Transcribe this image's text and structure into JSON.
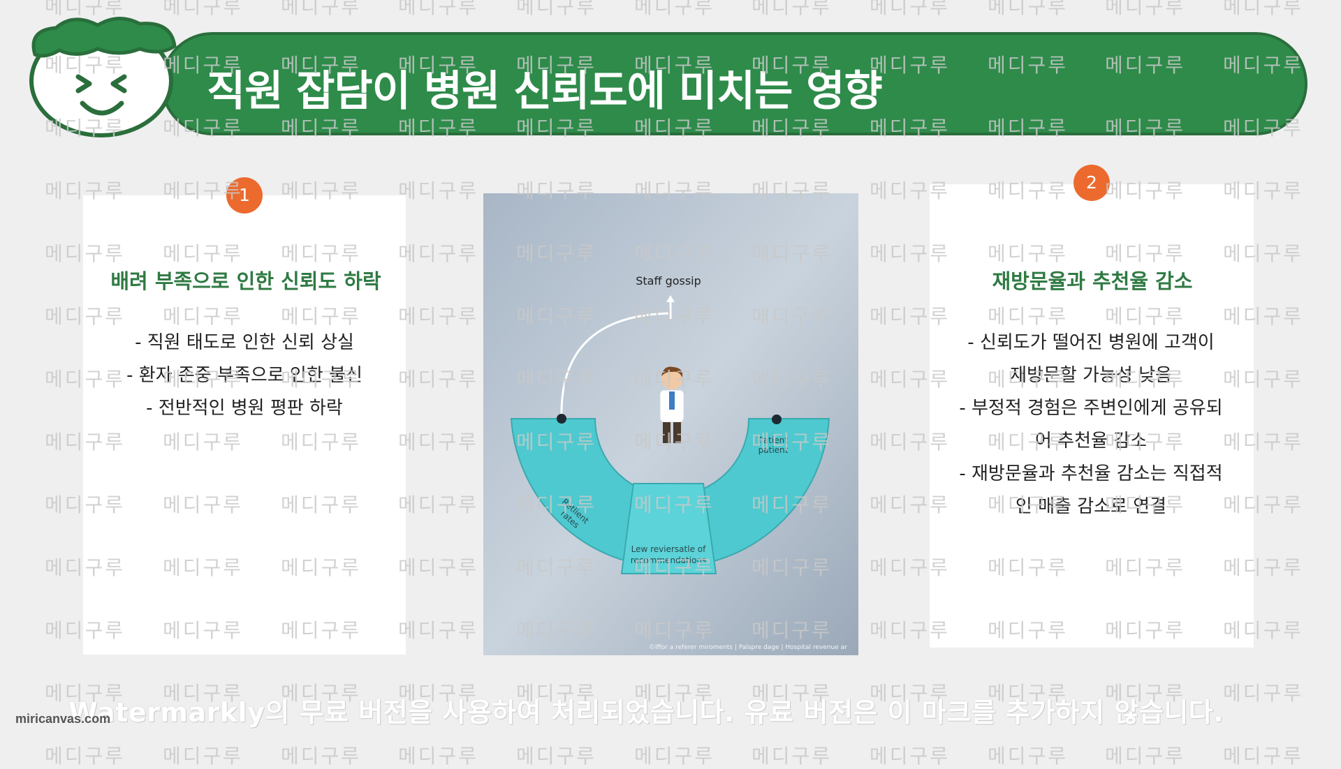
{
  "slide": {
    "title": "직원 잡담이 병원 신뢰도에 미치는 영향"
  },
  "left_card": {
    "badge": "1",
    "heading": "배려 부족으로 인한 신뢰도 하락",
    "lines": [
      "- 직원 태도로 인한 신뢰 상실",
      "- 환자 존중 부족으로 인한 불신",
      "- 전반적인 병원 평판 하락"
    ]
  },
  "right_card": {
    "badge": "2",
    "heading": "재방문율과 추천율 감소",
    "lines": [
      "- 신뢰도가 떨어진 병원에 고객이",
      "재방문할 가능성 낮음",
      "- 부정적 경험은 주변인에게 공유되",
      "어 추천율 감소",
      "- 재방문율과 추천율 감소는 직접적",
      "인 매출 감소로 연결"
    ]
  },
  "illustration": {
    "label_top": "Staff gossip",
    "label_right_1": "Patient",
    "label_right_2": "patient",
    "label_left_1": "Retlient",
    "label_left_2": "rates",
    "label_bottom_1": "Lew reviersatle of",
    "label_bottom_2": "recommendations",
    "footer": "©lffor a referer miroments  |  Palspre dage  |  Hospital revenue ar"
  },
  "watermark": {
    "tile_text": "메디구루",
    "bottom_notice": "Watermarkly의 무료 버전을 사용하여 처리되었습니다. 유료 버전은 이 마크를 추가하지 않습니다.",
    "brand": "miricanvas.com"
  },
  "colors": {
    "banner_green": "#2e8b4a",
    "heading_green": "#2f7a43",
    "badge_orange": "#ec6a2e",
    "teal": "#4ec9cf"
  }
}
